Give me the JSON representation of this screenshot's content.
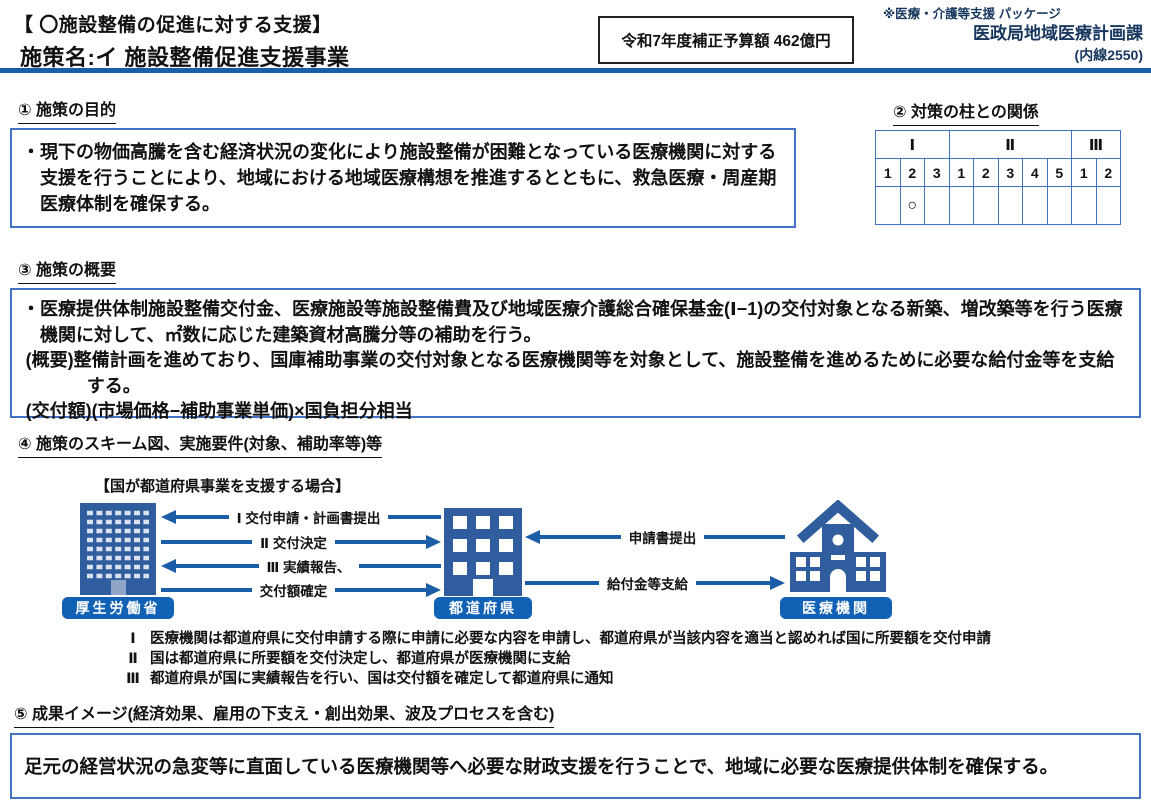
{
  "header": {
    "category": "【 〇施設整備の促進に対する支援】",
    "policy_name": "施策名:イ 施設整備促進支援事業",
    "budget": "令和7年度補正予算額 462億円",
    "package_note": "※医療・介護等支援 パッケージ",
    "department": "医政局地域医療計画課",
    "extension": "(内線2550)"
  },
  "section1": {
    "heading": "① 施策の目的",
    "body": "・現下の物価高騰を含む経済状況の変化により施設整備が困難となっている医療機関に対する支援を行うことにより、地域における地域医療構想を推進するとともに、救急医療・周産期医療体制を確保する。"
  },
  "section2": {
    "heading": "② 対策の柱との関係",
    "groups": [
      "Ⅰ",
      "Ⅱ",
      "Ⅲ"
    ],
    "cols": [
      "1",
      "2",
      "3",
      "1",
      "2",
      "3",
      "4",
      "5",
      "1",
      "2"
    ],
    "marks": [
      "",
      "○",
      "",
      "",
      "",
      "",
      "",
      "",
      "",
      ""
    ]
  },
  "section3": {
    "heading": "③ 施策の概要",
    "line1": "・医療提供体制施設整備交付金、医療施設等施設整備費及び地域医療介護総合確保基金(Ⅰ−1)の交付対象となる新築、増改築等を行う医療機関に対して、㎡数に応じた建築資材高騰分等の補助を行う。",
    "line2": "(概要)整備計画を進めており、国庫補助事業の交付対象となる医療機関等を対象として、施設整備を進めるために必要な給付金等を支給する。",
    "line3": "(交付額)(市場価格−補助事業単価)×国負担分相当"
  },
  "section4": {
    "heading": "④ 施策のスキーム図、実施要件(対象、補助率等)等",
    "subheading": "【国が都道府県事業を支援する場合】",
    "entities": {
      "ministry": "厚生労働省",
      "prefecture": "都道府県",
      "medical": "医療機関"
    },
    "arrows": {
      "a1": "Ⅰ 交付申請・計画書提出",
      "a2": "Ⅱ 交付決定",
      "a3": "Ⅲ 実績報告、",
      "a4": "交付額確定",
      "b1": "申請書提出",
      "b2": "給付金等支給"
    },
    "notes": [
      {
        "num": "Ⅰ",
        "text": "医療機関は都道府県に交付申請する際に申請に必要な内容を申請し、都道府県が当該内容を適当と認めれば国に所要額を交付申請"
      },
      {
        "num": "Ⅱ",
        "text": "国は都道府県に所要額を交付決定し、都道府県が医療機関に支給"
      },
      {
        "num": "Ⅲ",
        "text": "都道府県が国に実績報告を行い、国は交付額を確定して都道府県に通知"
      }
    ]
  },
  "section5": {
    "heading": "⑤ 成果イメージ(経済効果、雇用の下支え・創出効果、波及プロセスを含む)",
    "body": "足元の経営状況の急変等に直面している医療機関等へ必要な財政支援を行うことで、地域に必要な医療提供体制を確保する。"
  },
  "colors": {
    "rule_blue": "#1c5da8",
    "box_border_blue": "#4472c4",
    "building_blue": "#2f5d9e",
    "badge_blue": "#1161b4",
    "navy_text": "#17375e"
  }
}
